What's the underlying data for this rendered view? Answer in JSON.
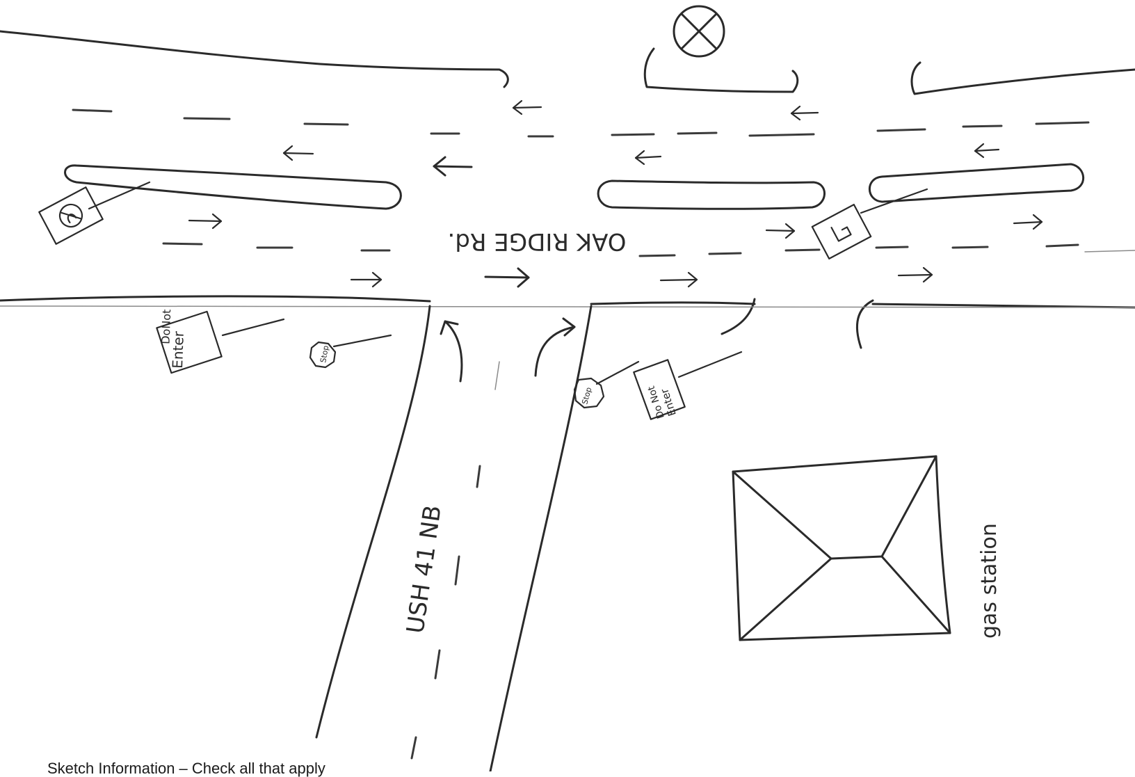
{
  "labels": {
    "main_road": "OAK RIDGE Rd.",
    "side_road": "USH 41 NB",
    "building": "gas station",
    "sign_dne_left_1": "DoNot",
    "sign_dne_left_2": "Enter",
    "sign_dne_right_1": "Do Not",
    "sign_dne_right_2": "Enter",
    "sign_stop": "Stop"
  },
  "footer": {
    "text": "Sketch Information – Check all that apply"
  }
}
